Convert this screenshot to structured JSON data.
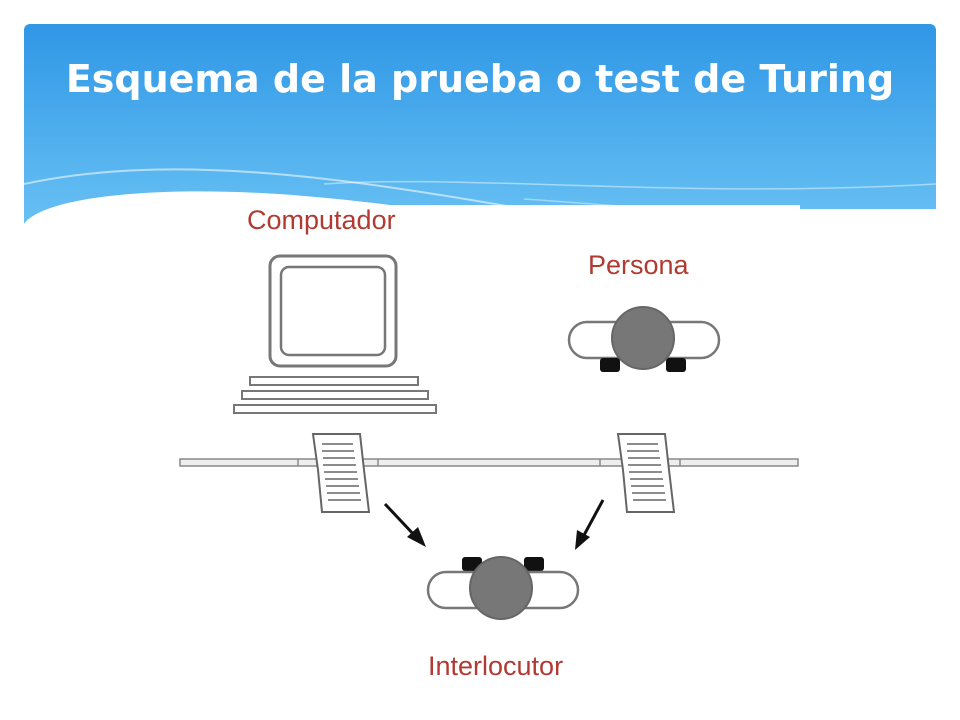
{
  "slide": {
    "title": "Esquema de la prueba o test de Turing",
    "colors": {
      "header_top": "#2f97e6",
      "header_bottom": "#73c8f6",
      "label": "#b13a32"
    }
  },
  "diagram": {
    "labels": {
      "computer": "Computador",
      "person": "Persona",
      "interlocutor": "Interlocutor"
    }
  }
}
